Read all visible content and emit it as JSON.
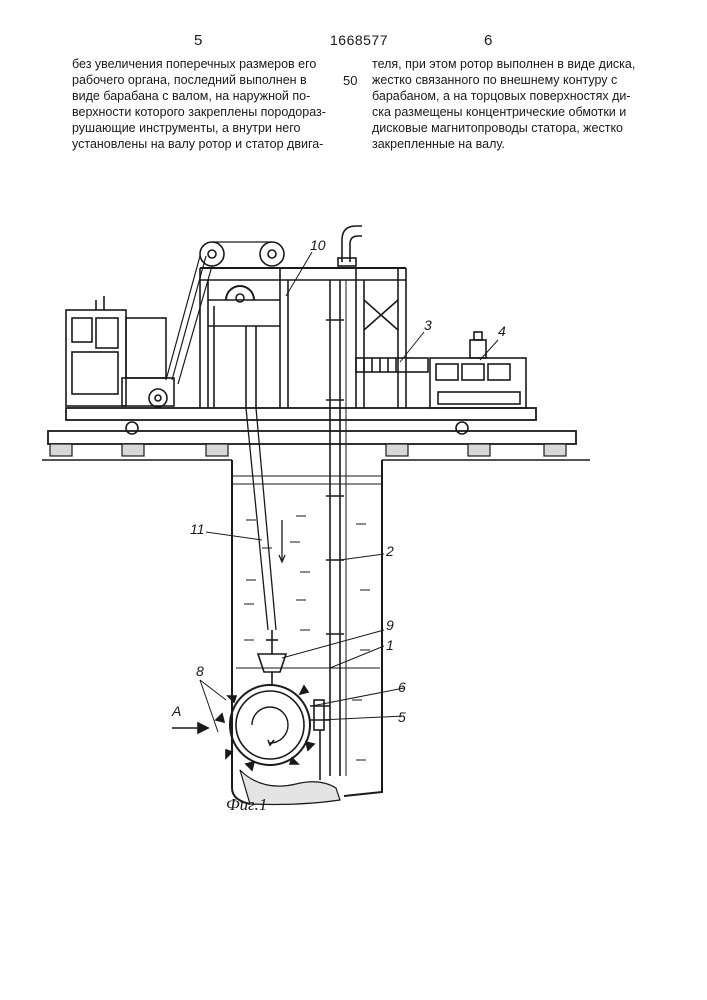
{
  "header": {
    "page_left": "5",
    "patent_number": "1668577",
    "page_right": "6"
  },
  "line_number": "50",
  "text": {
    "left_column": [
      "без увеличения поперечных размеров его",
      "рабочего органа, последний выполнен в",
      "виде барабана с валом, на наружной по-",
      "верхности которого закреплены породораз-",
      "рушающие инструменты, а внутри него",
      "установлены на валу ротор и статор двига-"
    ],
    "right_column": [
      "теля, при этом ротор выполнен в виде диска,",
      "жестко связанного по внешнему контуру с",
      "барабаном, а на торцовых поверхностях ди-",
      "ска размещены концентрические обмотки и",
      "дисковые магнитопроводы статора, жестко",
      "закрепленные на валу."
    ]
  },
  "figure": {
    "caption": "Фиг.1",
    "view_label": "А",
    "labels": {
      "l1": "1",
      "l2": "2",
      "l3": "3",
      "l4": "4",
      "l5": "5",
      "l6": "6",
      "l8": "8",
      "l9": "9",
      "l10": "10",
      "l11": "11"
    }
  }
}
